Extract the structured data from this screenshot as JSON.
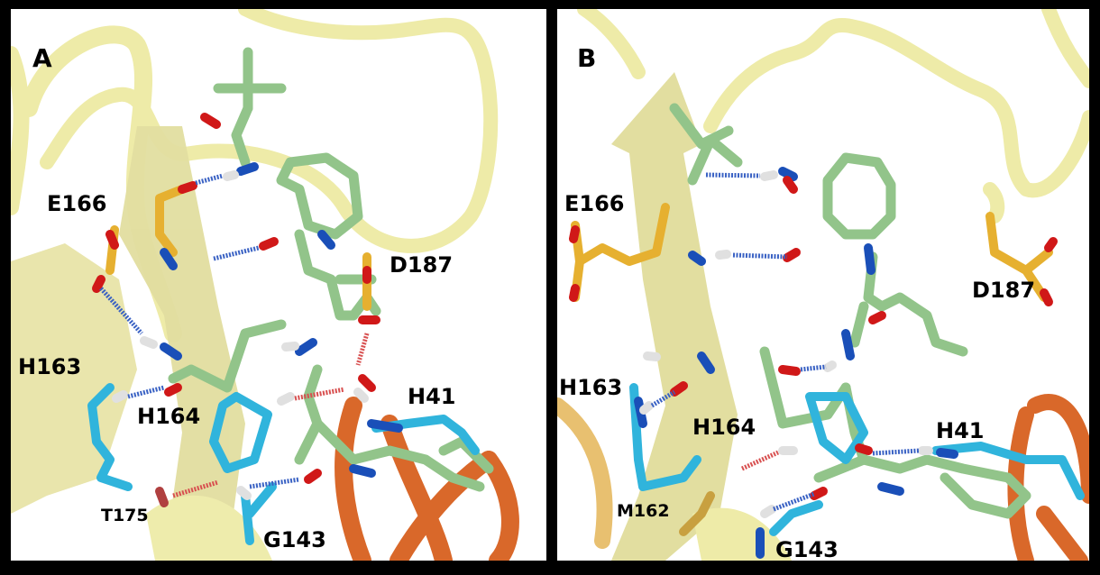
{
  "figure": {
    "panels": [
      {
        "id": "A",
        "letter": "A",
        "residue_labels": {
          "E166": "E166",
          "D187": "D187",
          "H163": "H163",
          "H164": "H164",
          "H41": "H41",
          "T175": "T175",
          "G143": "G143"
        }
      },
      {
        "id": "B",
        "letter": "B",
        "residue_labels": {
          "E166": "E166",
          "D187": "D187",
          "H163": "H163",
          "H164": "H164",
          "H41": "H41",
          "M162": "M162",
          "G143": "G143"
        }
      }
    ],
    "colors": {
      "border": "#000000",
      "background": "#ffffff",
      "ribbon_yellow": "#eeeba8",
      "ribbon_shadow": "#d8d49a",
      "ribbon_orange": "#d9682a",
      "ligand_carbon": "#92c48a",
      "residue_carbon_yellow": "#e6b030",
      "residue_carbon_cyan": "#30b4dc",
      "nitrogen": "#1a4fb8",
      "oxygen": "#d01818",
      "hydrogen": "#e0e0e0",
      "hbond_blue": "#3a62c4",
      "hbond_red": "#d85050"
    }
  }
}
